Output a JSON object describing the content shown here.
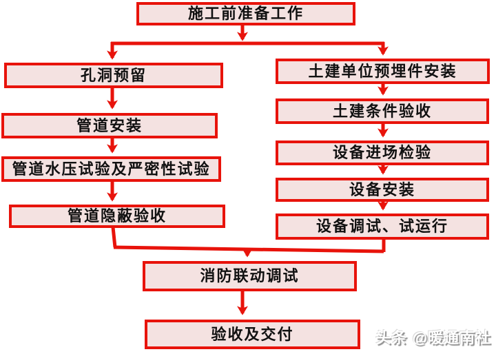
{
  "flow": {
    "top": "施工前准备工作",
    "left": [
      "孔洞预留",
      "管道安装",
      "管道水压试验及严密性试验",
      "管道隐蔽验收"
    ],
    "right": [
      "土建单位预埋件安装",
      "土建条件验收",
      "设备进场检验",
      "设备安装",
      "设备调试、试运行"
    ],
    "bottom": [
      "消防联动调试",
      "验收及交付"
    ]
  },
  "watermark": {
    "text": "头条 @暖通南社"
  },
  "colors": {
    "accent_red": "#e8130b",
    "box_fill": "#f4e2e1",
    "box_text": "#111111",
    "watermark_gray": "#8f8f8f"
  }
}
